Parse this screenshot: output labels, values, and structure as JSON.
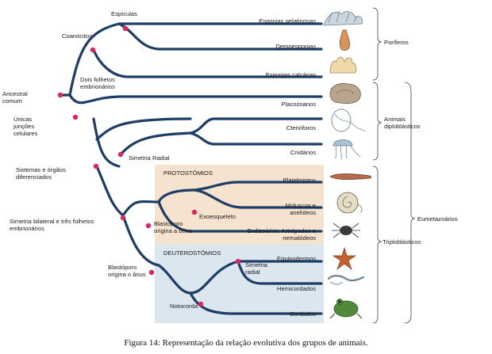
{
  "colors": {
    "branch": "#1c3d66",
    "node": "#e0245e",
    "protostome_box": "#f6e3cf",
    "deuterostome_box": "#dbe6ef",
    "bracket": "#444444"
  },
  "characters": {
    "especulas": "Espículas",
    "coanocitos": "Coanócitos",
    "dois_folhetos": "Dois folhetos embrionários",
    "ancestral": "Ancestral comum",
    "unicas_juncoes": "Únicas junções celulares",
    "sistemas": "Sistemas e órgãos diferenciados",
    "simetria_radial": "Simetria Radial",
    "simetria_bilateral": "Simetria bilateral e três folhetos embrionários",
    "blastoporo_boca": "Blastóporo origina a boca",
    "exoesqueleto": "Exoesqueleto",
    "blastoporo_anus": "Blastóporo origina o ânus",
    "simetria_radial_2": "Simetria radial",
    "notocorda": "Notocorda"
  },
  "groups": {
    "protostomios": "PROTOSTÔMIOS",
    "deuterostomios": "DEUTEROSTÔMIOS"
  },
  "taxa": {
    "esponjas_gelatinosas": "Esponjas gelatinosas",
    "demoesponjas": "Demoesponjas",
    "esponjas_calcarias": "Esponjas calcárias",
    "placozoanos": "Placozoanos",
    "ctenoforos": "Ctenóforos",
    "cnidarios": "Cnidários",
    "platelmintos": "Platelmintos",
    "moluscos": "Moluscos e anelídeos",
    "ecdizoarios": "Ecdizoários: Artrópodos e nematódeos",
    "equinodermos": "Equinodermos",
    "hemicordados": "Hemicordados",
    "cordados": "Cordados"
  },
  "brackets": {
    "poriferos": "Poríferos",
    "diploblasticos": "Animais diploblásticos",
    "triploblasticos": "Triploblásticos",
    "eumetazoarios": "Eumetazoários"
  },
  "icons": [
    "sponge-icon",
    "sponge-icon",
    "sponge-icon",
    "placozoan-icon",
    "ctenophore-icon",
    "jellyfish-icon",
    "flatworm-icon",
    "nautilus-icon",
    "tick-icon",
    "starfish-icon",
    "acorn-worm-icon",
    "frog-icon"
  ],
  "caption": "Figura 14: Representação da relação evolutiva dos grupos de animais."
}
